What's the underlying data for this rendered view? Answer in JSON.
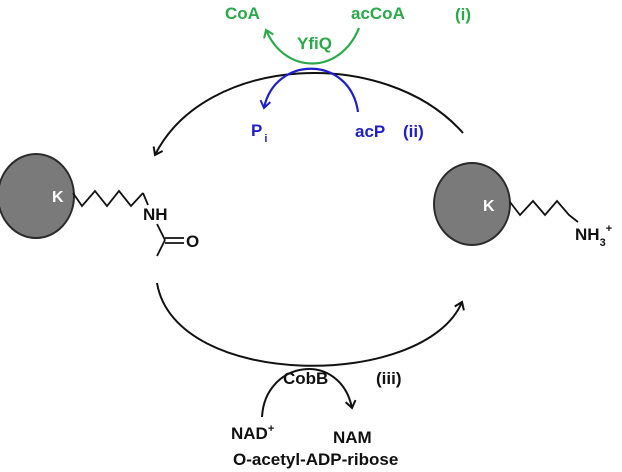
{
  "colors": {
    "green": "#2aa84a",
    "blue": "#1f1fc8",
    "black": "#111111",
    "ball_fill": "#7a7a7a",
    "ball_stroke": "#2a2a2a"
  },
  "top_reaction": {
    "green_product": "CoA",
    "green_substrate": "acCoA",
    "green_tag": "(i)",
    "enzyme": "YfiQ",
    "blue_product": "P",
    "blue_product_sub": "i",
    "blue_substrate": "acP",
    "blue_tag": "(ii)"
  },
  "bottom_reaction": {
    "enzyme": "CobB",
    "tag": "(iii)",
    "substrate": "NAD",
    "substrate_sup": "+",
    "product1": "NAM",
    "product2": "O-acetyl-ADP-ribose"
  },
  "left_lysine": {
    "ball_label": "K",
    "nh_label": "NH",
    "o_label": "O"
  },
  "right_lysine": {
    "ball_label": "K",
    "amine_label": "NH",
    "amine_sub": "3",
    "amine_sup": "+"
  }
}
